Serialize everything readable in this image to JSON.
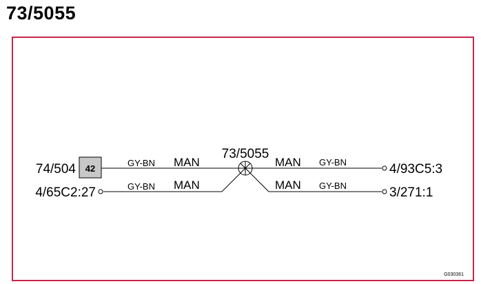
{
  "title": "73/5055",
  "splice": {
    "id": "73/5055"
  },
  "left_top": {
    "terminal": "74/504",
    "pin_box": "42",
    "wire_color": "GY-BN",
    "wire_type": "MAN"
  },
  "left_bottom": {
    "terminal": "4/65C2:27",
    "wire_color": "GY-BN",
    "wire_type": "MAN"
  },
  "right_top": {
    "terminal": "4/93C5:3",
    "wire_color": "GY-BN",
    "wire_type": "MAN"
  },
  "right_bottom": {
    "terminal": "3/271:1",
    "wire_color": "GY-BN",
    "wire_type": "MAN"
  },
  "drawing_code": "G030361",
  "colors": {
    "frame": "#c8244a",
    "pin_box_fill": "#c8c8c8"
  }
}
